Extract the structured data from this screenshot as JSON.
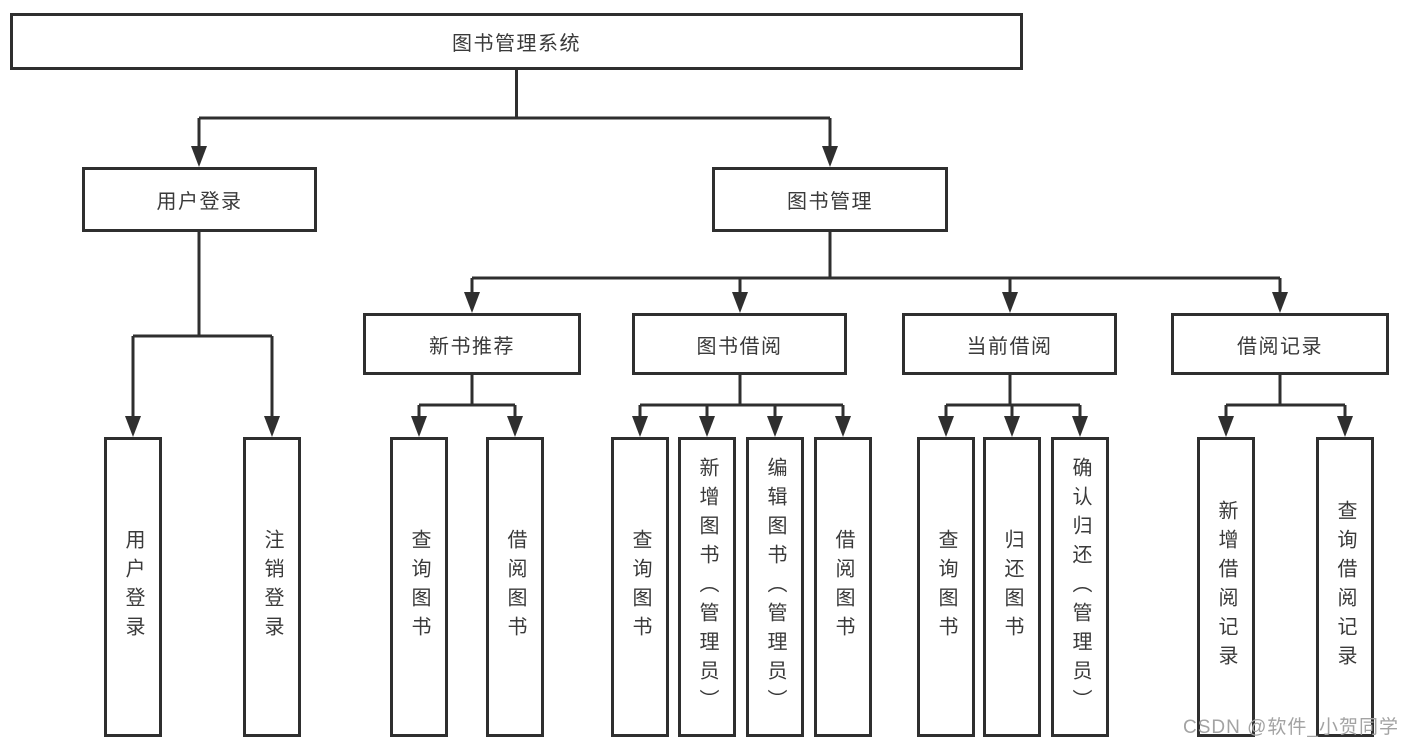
{
  "diagram": {
    "root": {
      "label": "图书管理系统"
    },
    "level2": [
      {
        "label": "用户登录"
      },
      {
        "label": "图书管理"
      }
    ],
    "level3": [
      {
        "label": "新书推荐"
      },
      {
        "label": "图书借阅"
      },
      {
        "label": "当前借阅"
      },
      {
        "label": "借阅记录"
      }
    ],
    "leaves": {
      "user_login": [
        "用户登录",
        "注销登录"
      ],
      "new_books": [
        "查询图书",
        "借阅图书"
      ],
      "book_borrow": [
        "查询图书",
        "新增图书（管理员）",
        "编辑图书（管理员）",
        "借阅图书"
      ],
      "current_borrow": [
        "查询图书",
        "归还图书",
        "确认归还（管理员）"
      ],
      "borrow_records": [
        "新增借阅记录",
        "查询借阅记录"
      ]
    }
  },
  "watermark": {
    "text": "CSDN @软件_小贺同学"
  },
  "colors": {
    "line": "#2f2f2f",
    "text": "#3a3a3a",
    "watermark": "#a3a3a3",
    "background": "#ffffff"
  }
}
